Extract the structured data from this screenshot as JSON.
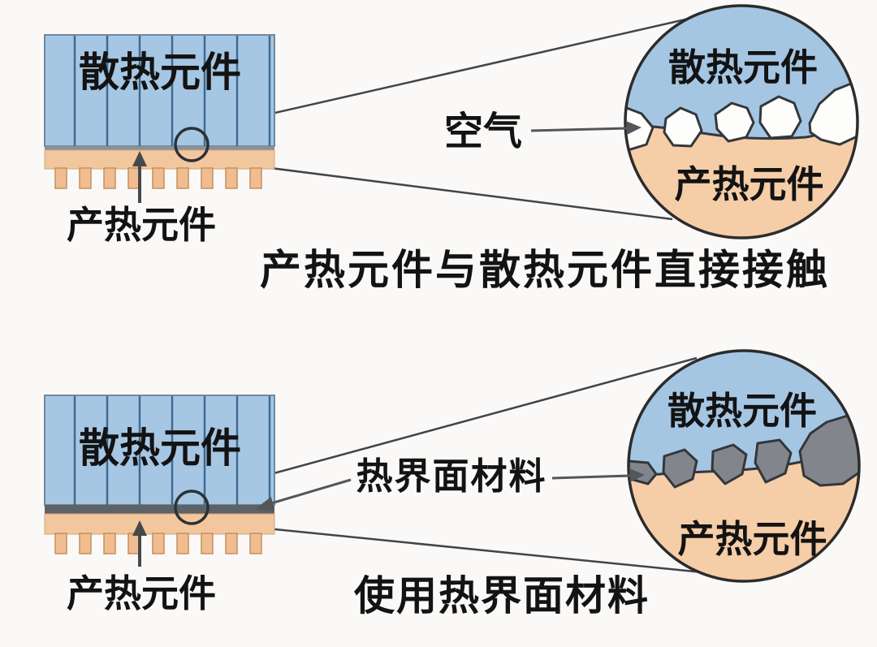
{
  "top": {
    "heatsink_label": "散热元件",
    "heat_source_label": "产热元件",
    "air_label": "空气",
    "zoom": {
      "heatsink_label": "散热元件",
      "heat_source_label": "产热元件"
    },
    "caption": "产热元件与散热元件直接接触"
  },
  "bottom": {
    "heatsink_label": "散热元件",
    "heat_source_label": "产热元件",
    "tim_label": "热界面材料",
    "zoom": {
      "heatsink_label": "散热元件",
      "heat_source_label": "产热元件"
    },
    "caption": "使用热界面材料"
  },
  "colors": {
    "heatsink_blue": "#a6c7e3",
    "fin_line_blue": "#3f6a92",
    "heat_source_orange": "#f3c79e",
    "pin_orange": "#f1bd90",
    "tim_gray": "#5e6266",
    "tim_blob_gray": "#82868c",
    "air_white": "#fdfdfc",
    "outline_dark": "#2c2c2c",
    "background": "#faf9f7",
    "text": "#131313"
  }
}
